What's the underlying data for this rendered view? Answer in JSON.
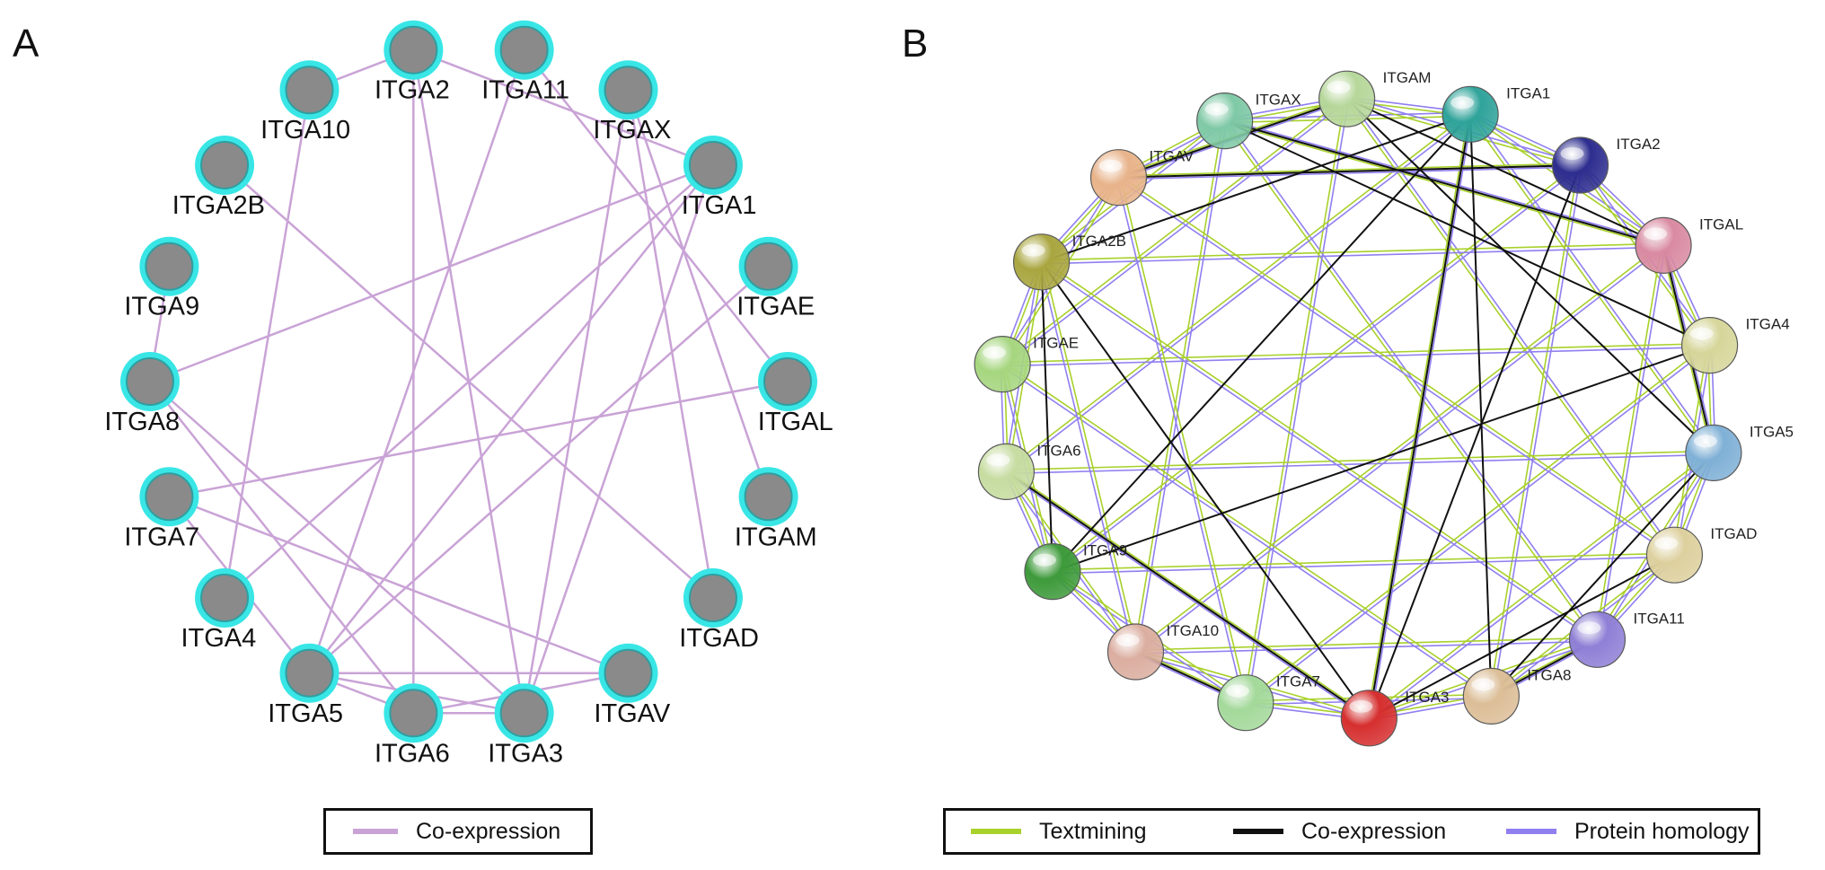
{
  "panel_a": {
    "letter": "A",
    "nodes": [
      "ITGA11",
      "ITGAX",
      "ITGA1",
      "ITGAE",
      "ITGAL",
      "ITGAM",
      "ITGAD",
      "ITGAV",
      "ITGA3",
      "ITGA6",
      "ITGA5",
      "ITGA4",
      "ITGA7",
      "ITGA8",
      "ITGA9",
      "ITGA2B",
      "ITGA10",
      "ITGA2"
    ],
    "node_color": "#8a8a8a",
    "ring_color": "#39e6e6",
    "edge_color": "#c9a3d6",
    "edges": [
      [
        "ITGA2",
        "ITGA1"
      ],
      [
        "ITGA2",
        "ITGA10"
      ],
      [
        "ITGA2",
        "ITGA6"
      ],
      [
        "ITGA2",
        "ITGA3"
      ],
      [
        "ITGA11",
        "ITGAL"
      ],
      [
        "ITGA11",
        "ITGA5"
      ],
      [
        "ITGAX",
        "ITGAM"
      ],
      [
        "ITGAX",
        "ITGAD"
      ],
      [
        "ITGAX",
        "ITGA3"
      ],
      [
        "ITGA1",
        "ITGA8"
      ],
      [
        "ITGA1",
        "ITGA4"
      ],
      [
        "ITGA1",
        "ITGA5"
      ],
      [
        "ITGA1",
        "ITGA3"
      ],
      [
        "ITGAE",
        "ITGA5"
      ],
      [
        "ITGAL",
        "ITGA7"
      ],
      [
        "ITGA2B",
        "ITGAD"
      ],
      [
        "ITGA10",
        "ITGA4"
      ],
      [
        "ITGA8",
        "ITGA9"
      ],
      [
        "ITGA8",
        "ITGA6"
      ],
      [
        "ITGA8",
        "ITGA3"
      ],
      [
        "ITGA7",
        "ITGAV"
      ],
      [
        "ITGA5",
        "ITGA6"
      ],
      [
        "ITGA5",
        "ITGA3"
      ],
      [
        "ITGA5",
        "ITGAV"
      ],
      [
        "ITGA6",
        "ITGA3"
      ],
      [
        "ITGA6",
        "ITGAV"
      ],
      [
        "ITGA7",
        "ITGA5"
      ]
    ],
    "legend": [
      {
        "label": "Co-expression",
        "color": "#c9a3d6"
      }
    ]
  },
  "panel_b": {
    "letter": "B",
    "nodes": [
      {
        "name": "ITGAX",
        "color": "#7fc9a6"
      },
      {
        "name": "ITGAM",
        "color": "#b6d79a"
      },
      {
        "name": "ITGA1",
        "color": "#2fa39a"
      },
      {
        "name": "ITGA2",
        "color": "#2d2d8f"
      },
      {
        "name": "ITGAL",
        "color": "#d98aa2"
      },
      {
        "name": "ITGA4",
        "color": "#d6d69a"
      },
      {
        "name": "ITGA5",
        "color": "#7fb0d6"
      },
      {
        "name": "ITGAD",
        "color": "#ddd09e"
      },
      {
        "name": "ITGA11",
        "color": "#8f7fd6"
      },
      {
        "name": "ITGA8",
        "color": "#dcbe97"
      },
      {
        "name": "ITGA3",
        "color": "#d62f2f"
      },
      {
        "name": "ITGA7",
        "color": "#a3d99a"
      },
      {
        "name": "ITGA10",
        "color": "#dbaea0"
      },
      {
        "name": "ITGA9",
        "color": "#3d9a3a"
      },
      {
        "name": "ITGA6",
        "color": "#c6dca0"
      },
      {
        "name": "ITGAE",
        "color": "#a6d67f"
      },
      {
        "name": "ITGA2B",
        "color": "#a9a640"
      },
      {
        "name": "ITGAV",
        "color": "#e8b38a"
      }
    ],
    "edge_colors": {
      "textmining": "#a8d12b",
      "coexpression": "#111111",
      "homology": "#8f7fef"
    },
    "coexpression_edges": [
      [
        "ITGAX",
        "ITGA4"
      ],
      [
        "ITGAX",
        "ITGAL"
      ],
      [
        "ITGAM",
        "ITGA5"
      ],
      [
        "ITGAM",
        "ITGAL"
      ],
      [
        "ITGA1",
        "ITGA3"
      ],
      [
        "ITGA1",
        "ITGA9"
      ],
      [
        "ITGA1",
        "ITGA2B"
      ],
      [
        "ITGA2",
        "ITGA3"
      ],
      [
        "ITGA2",
        "ITGAV"
      ],
      [
        "ITGAL",
        "ITGA5"
      ],
      [
        "ITGA4",
        "ITGA9"
      ],
      [
        "ITGA5",
        "ITGA8"
      ],
      [
        "ITGAD",
        "ITGA3"
      ],
      [
        "ITGA11",
        "ITGA8"
      ],
      [
        "ITGA3",
        "ITGA6"
      ],
      [
        "ITGA3",
        "ITGA2B"
      ],
      [
        "ITGA7",
        "ITGA10"
      ],
      [
        "ITGA9",
        "ITGA2B"
      ],
      [
        "ITGAV",
        "ITGAM"
      ],
      [
        "ITGA8",
        "ITGA1"
      ]
    ],
    "legend": [
      {
        "label": "Textmining",
        "color": "#a8d12b"
      },
      {
        "label": "Co-expression",
        "color": "#111111"
      },
      {
        "label": "Protein homology",
        "color": "#8f7fef"
      }
    ]
  }
}
